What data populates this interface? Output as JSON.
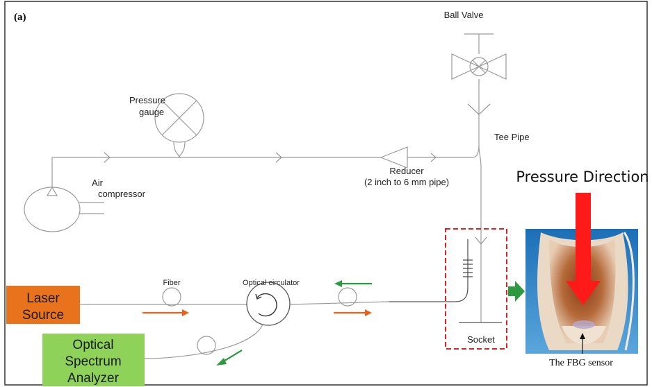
{
  "panel_label": "(a)",
  "labels": {
    "ball_valve": "Ball Valve",
    "pressure_gauge_l1": "Pressure",
    "pressure_gauge_l2": "gauge",
    "tee_pipe": "Tee Pipe",
    "reducer_l1": "Reducer",
    "reducer_l2": "(2 inch to 6 mm pipe)",
    "air_l1": "Air",
    "air_l2": "compressor",
    "fiber": "Fiber",
    "optical_circulator": "Optical circulator",
    "socket": "Socket",
    "pressure_direction": "Pressure Direction",
    "fbg_sensor": "The FBG sensor"
  },
  "boxes": {
    "laser_l1": "Laser",
    "laser_l2": "Source",
    "osa_l1": "Optical",
    "osa_l2": "Spectrum",
    "osa_l3": "Analyzer"
  },
  "colors": {
    "laser_box": "#e8731c",
    "osa_box": "#8ed25a",
    "arrow_orange": "#e8601c",
    "arrow_green": "#2e9a40",
    "arrow_red": "#ff1a1a",
    "dashed_box": "#e02020",
    "photo_frame": "#3a8fd0"
  }
}
